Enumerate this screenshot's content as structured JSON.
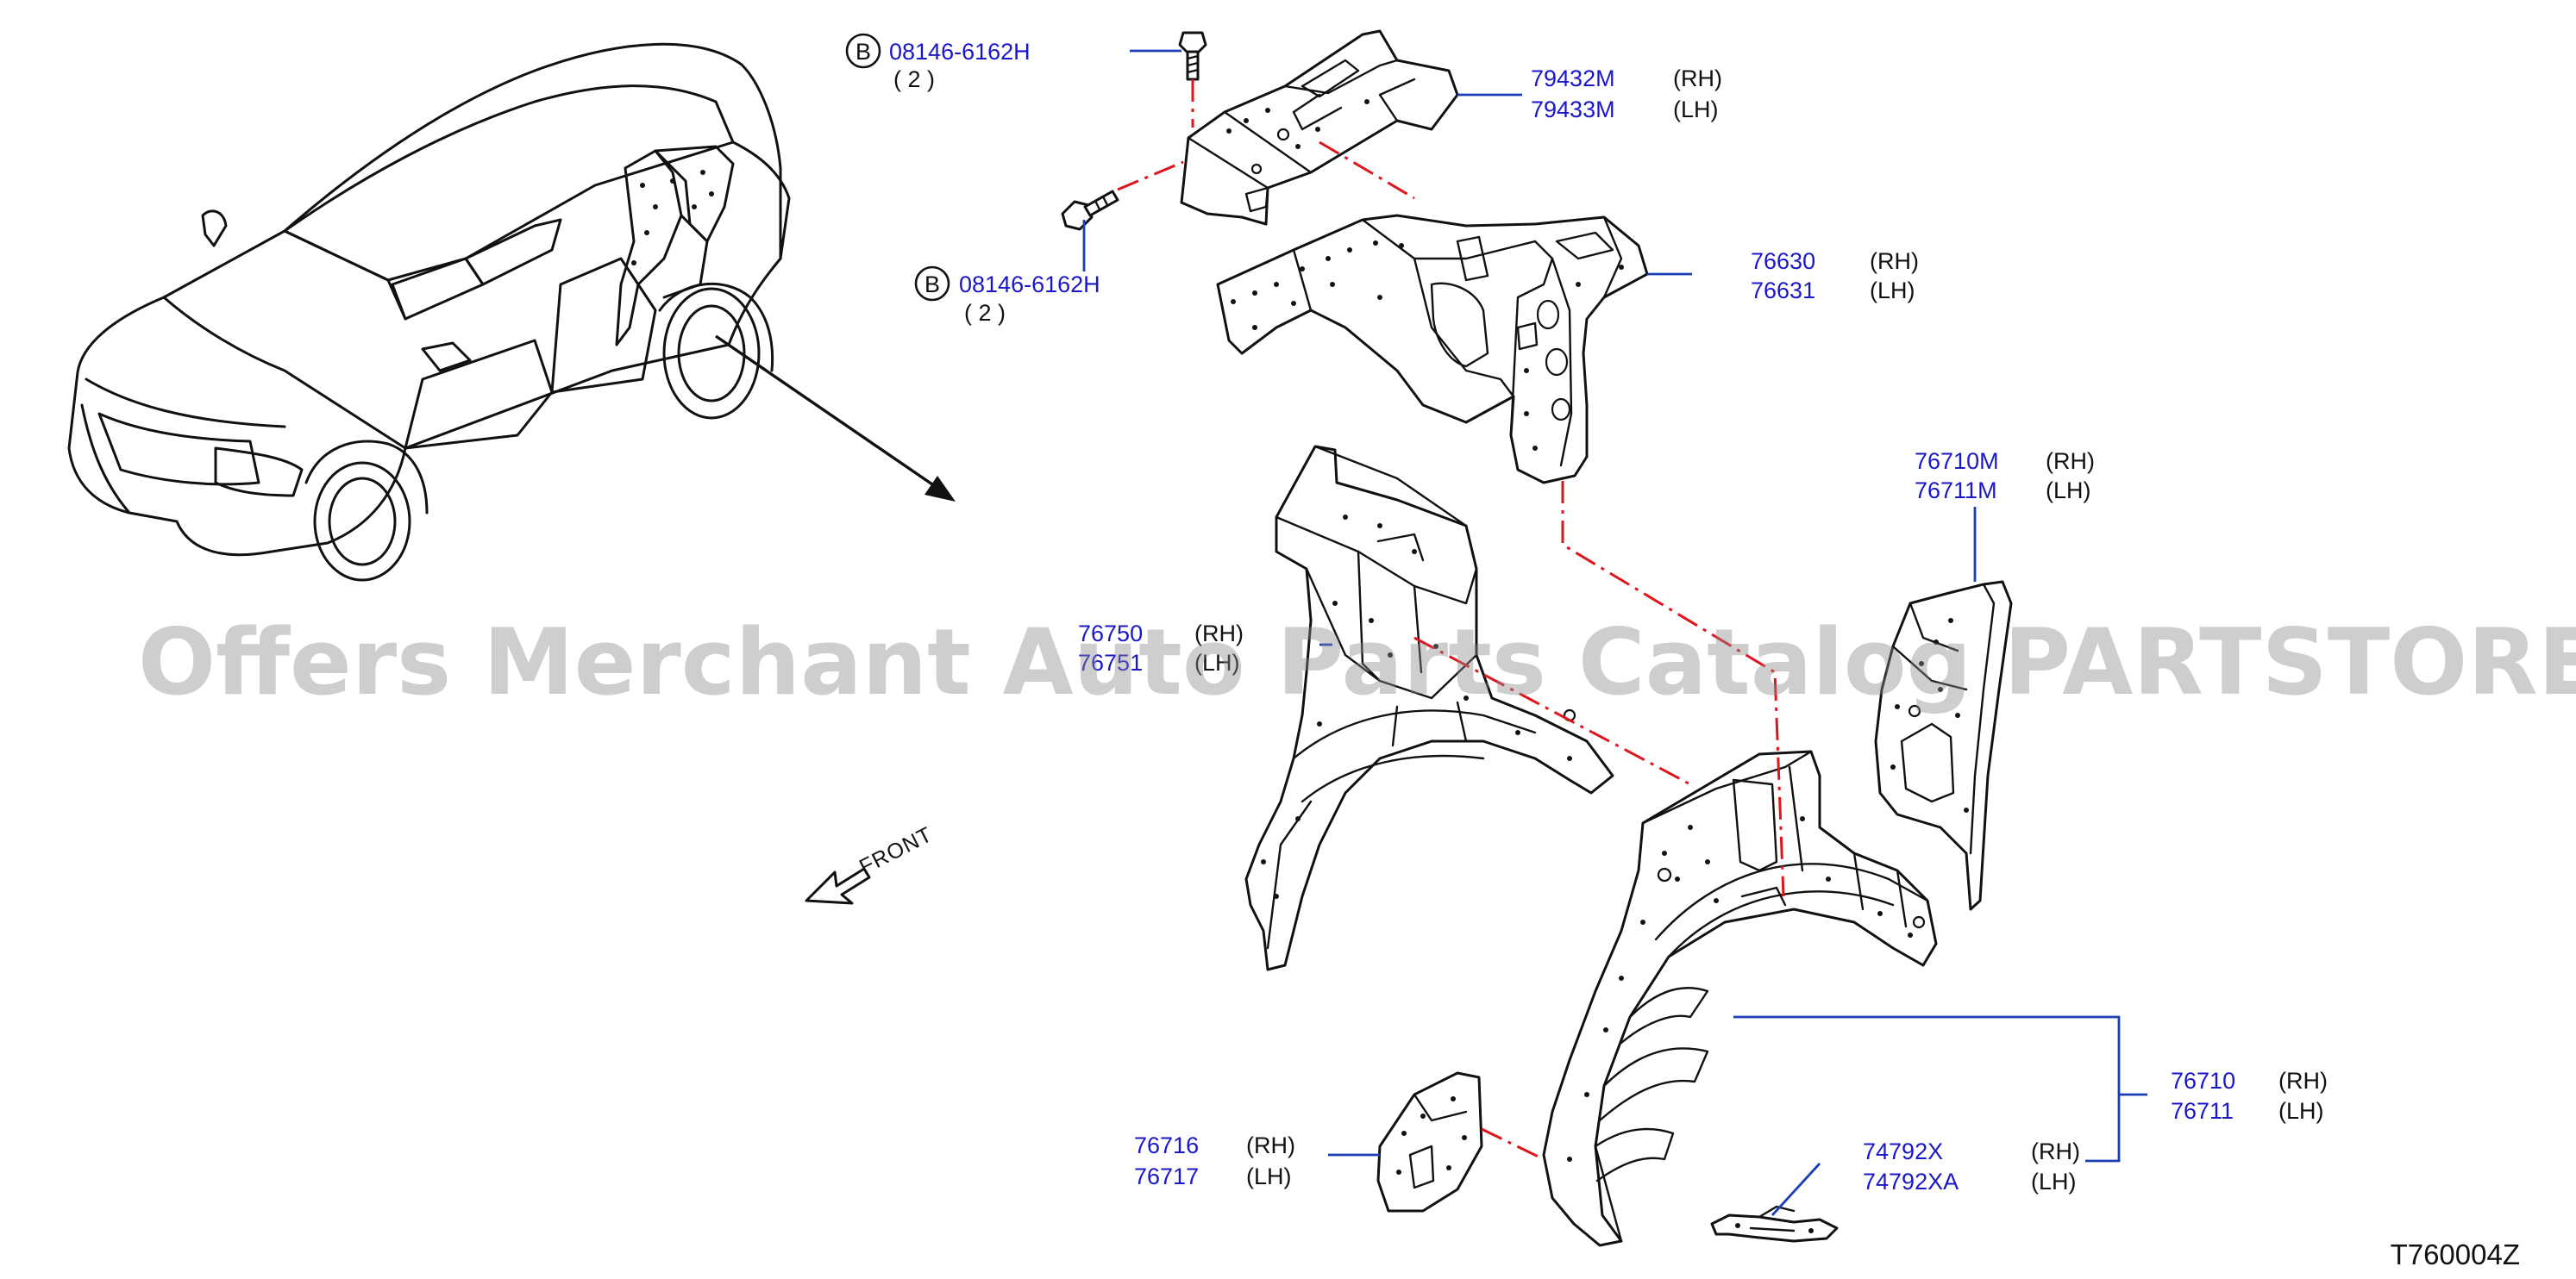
{
  "diagram_code": "T760004Z",
  "front_label": "FRONT",
  "watermark": "Offers Merchant Auto Parts Catalog PARTSTORE.SA",
  "colors": {
    "part_number": "#1a17c9",
    "leader_line": "#1a3fb0",
    "assembly_dashline": "#e0141b",
    "line_art": "#111111",
    "watermark": "#8a8a8a"
  },
  "bolts": [
    {
      "badge": "B",
      "number": "08146-6162H",
      "qty": "( 2 )"
    },
    {
      "badge": "B",
      "number": "08146-6162H",
      "qty": "( 2 )"
    }
  ],
  "callouts": [
    {
      "parts": [
        {
          "number": "79432M",
          "side": "(RH)"
        },
        {
          "number": "79433M",
          "side": "(LH)"
        }
      ]
    },
    {
      "parts": [
        {
          "number": "76630",
          "side": "(RH)"
        },
        {
          "number": "76631",
          "side": "(LH)"
        }
      ]
    },
    {
      "parts": [
        {
          "number": "76710M",
          "side": "(RH)"
        },
        {
          "number": "76711M",
          "side": "(LH)"
        }
      ]
    },
    {
      "parts": [
        {
          "number": "76750",
          "side": "(RH)"
        },
        {
          "number": "76751",
          "side": "(LH)"
        }
      ]
    },
    {
      "parts": [
        {
          "number": "76710",
          "side": "(RH)"
        },
        {
          "number": "76711",
          "side": "(LH)"
        }
      ]
    },
    {
      "parts": [
        {
          "number": "76716",
          "side": "(RH)"
        },
        {
          "number": "76717",
          "side": "(LH)"
        }
      ]
    },
    {
      "parts": [
        {
          "number": "74792X",
          "side": "(RH)"
        },
        {
          "number": "74792XA",
          "side": "(LH)"
        }
      ]
    }
  ]
}
